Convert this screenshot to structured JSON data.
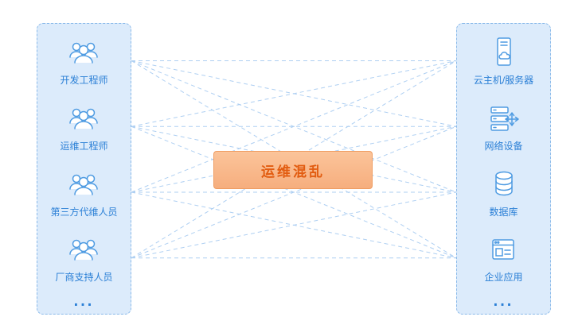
{
  "diagram": {
    "center_box": {
      "label": "运维混乱"
    },
    "left_panel": {
      "items": [
        {
          "label": "开发工程师",
          "icon": "team-icon"
        },
        {
          "label": "运维工程师",
          "icon": "team-icon"
        },
        {
          "label": "第三方代维人员",
          "icon": "team-icon"
        },
        {
          "label": "厂商支持人员",
          "icon": "team-icon"
        }
      ],
      "more": "..."
    },
    "right_panel": {
      "items": [
        {
          "label": "云主机/服务器",
          "icon": "cloud-server-icon"
        },
        {
          "label": "网络设备",
          "icon": "network-device-icon"
        },
        {
          "label": "数据库",
          "icon": "database-icon"
        },
        {
          "label": "企业应用",
          "icon": "enterprise-app-icon"
        }
      ],
      "more": "..."
    },
    "connections": [
      [
        0,
        0
      ],
      [
        0,
        1
      ],
      [
        0,
        2
      ],
      [
        0,
        3
      ],
      [
        1,
        0
      ],
      [
        1,
        1
      ],
      [
        1,
        2
      ],
      [
        1,
        3
      ],
      [
        2,
        0
      ],
      [
        2,
        1
      ],
      [
        2,
        2
      ],
      [
        2,
        3
      ],
      [
        3,
        0
      ],
      [
        3,
        1
      ],
      [
        3,
        2
      ],
      [
        3,
        3
      ]
    ],
    "colors": {
      "accent_blue": "#2a7fd6",
      "icon_stroke": "#4e9be2",
      "panel_bg": "#dcebfb",
      "panel_border": "#8abaea",
      "line_color": "#aecff2",
      "box_bg": "#f9b98c",
      "box_border": "#ef9d62",
      "box_text": "#e25c10"
    }
  }
}
